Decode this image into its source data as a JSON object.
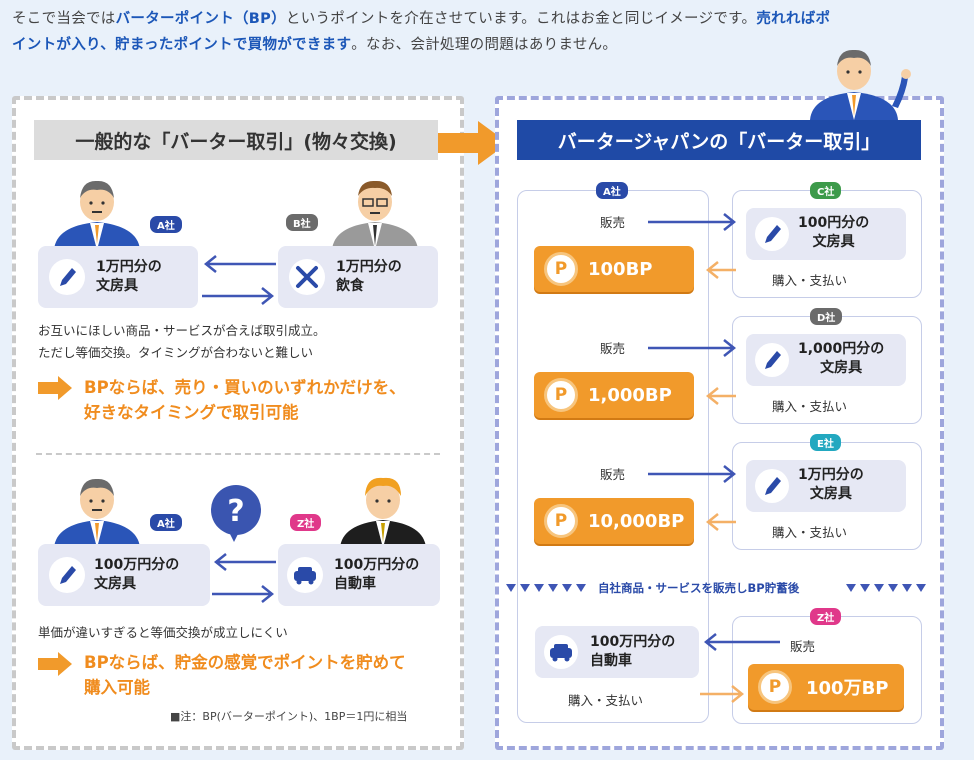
{
  "intro": {
    "l1a": "そこで当会では",
    "l1b": "バーターポイント（BP）",
    "l1c": "というポイントを介在させています。これはお金と同じイメージです。",
    "l1d": "売れればポ",
    "l2a": "イントが入り、貯まったポイントで買物ができます",
    "l2b": "。なお、会計処理の問題はありません。"
  },
  "left": {
    "title": "一般的な「バーター取引」(物々交換)",
    "s1": {
      "tagA": "A社",
      "tagB": "B社",
      "itemA1": "1万円分の",
      "itemA2": "文房具",
      "itemB1": "1万円分の",
      "itemB2": "飲食",
      "note1": "お互いにほしい商品・サービスが合えば取引成立。",
      "note2": "ただし等価交換。タイミングが合わないと難しい",
      "bp1": "BPならば、売り・買いのいずれかだけを、",
      "bp2": "好きなタイミングで取引可能"
    },
    "s2": {
      "tagA": "A社",
      "tagZ": "Z社",
      "q": "?",
      "itemA1": "100万円分の",
      "itemA2": "文房具",
      "itemZ1": "100万円分の",
      "itemZ2": "自動車",
      "note": "単価が違いすぎると等価交換が成立しにくい",
      "bp1": "BPならば、貯金の感覚でポイントを貯めて",
      "bp2": "購入可能",
      "foot": "■注：BP(バーターポイント)、1BP＝1円に相当"
    }
  },
  "right": {
    "title": "バータージャパンの「バーター取引」",
    "tagA": "A社",
    "rows": [
      {
        "tag": "C社",
        "sell": "販売",
        "bp": "100BP",
        "item1": "100円分の",
        "item2": "文房具",
        "buy": "購入・支払い"
      },
      {
        "tag": "D社",
        "sell": "販売",
        "bp": "1,000BP",
        "item1": "1,000円分の",
        "item2": "文房具",
        "buy": "購入・支払い"
      },
      {
        "tag": "E社",
        "sell": "販売",
        "bp": "10,000BP",
        "item1": "1万円分の",
        "item2": "文房具",
        "buy": "購入・支払い"
      }
    ],
    "divider": "自社商品・サービスを販売しBP貯蓄後",
    "last": {
      "tag": "Z社",
      "item1": "100万円分の",
      "item2": "自動車",
      "sell": "販売",
      "buy": "購入・支払い",
      "bp": "100万BP"
    }
  },
  "icons": {
    "coin": "P"
  },
  "colors": {
    "blue": "#2a4aa8",
    "orange": "#f19a2b",
    "gray": "#e6e8f4"
  }
}
